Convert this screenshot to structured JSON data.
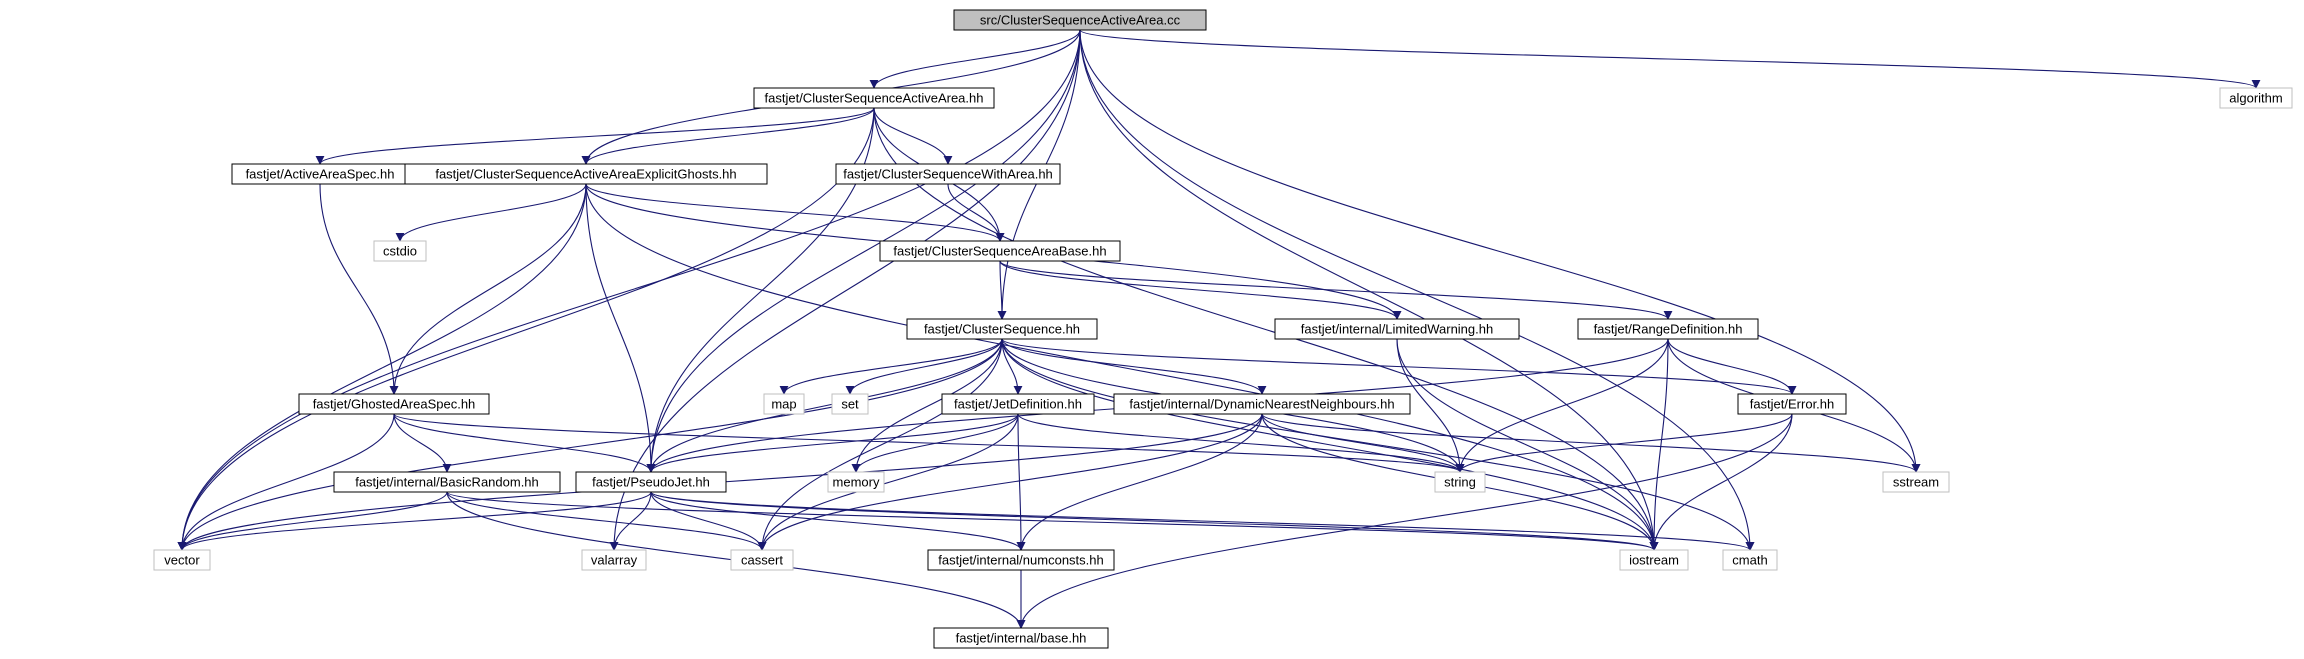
{
  "colors": {
    "edge": "#191970",
    "box_border_documented": "#000000",
    "box_border_external": "#bfbfbf",
    "root_fill": "#bfbfbf",
    "box_fill": "#ffffff",
    "text": "#000000"
  },
  "nodes": [
    {
      "id": "root",
      "label": "src/ClusterSequenceActiveArea.cc",
      "kind": "root"
    },
    {
      "id": "csaa",
      "label": "fastjet/ClusterSequenceActiveArea.hh",
      "kind": "documented"
    },
    {
      "id": "algorithm",
      "label": "algorithm",
      "kind": "external"
    },
    {
      "id": "aas",
      "label": "fastjet/ActiveAreaSpec.hh",
      "kind": "documented"
    },
    {
      "id": "csaaeg",
      "label": "fastjet/ClusterSequenceActiveAreaExplicitGhosts.hh",
      "kind": "documented"
    },
    {
      "id": "cswa",
      "label": "fastjet/ClusterSequenceWithArea.hh",
      "kind": "documented"
    },
    {
      "id": "cstdio",
      "label": "cstdio",
      "kind": "external"
    },
    {
      "id": "csab",
      "label": "fastjet/ClusterSequenceAreaBase.hh",
      "kind": "documented"
    },
    {
      "id": "cs",
      "label": "fastjet/ClusterSequence.hh",
      "kind": "documented"
    },
    {
      "id": "lw",
      "label": "fastjet/internal/LimitedWarning.hh",
      "kind": "documented"
    },
    {
      "id": "rd",
      "label": "fastjet/RangeDefinition.hh",
      "kind": "documented"
    },
    {
      "id": "gas",
      "label": "fastjet/GhostedAreaSpec.hh",
      "kind": "documented"
    },
    {
      "id": "map",
      "label": "map",
      "kind": "external"
    },
    {
      "id": "set",
      "label": "set",
      "kind": "external"
    },
    {
      "id": "jd",
      "label": "fastjet/JetDefinition.hh",
      "kind": "documented"
    },
    {
      "id": "dnn",
      "label": "fastjet/internal/DynamicNearestNeighbours.hh",
      "kind": "documented"
    },
    {
      "id": "err",
      "label": "fastjet/Error.hh",
      "kind": "documented"
    },
    {
      "id": "br",
      "label": "fastjet/internal/BasicRandom.hh",
      "kind": "documented"
    },
    {
      "id": "pj",
      "label": "fastjet/PseudoJet.hh",
      "kind": "documented"
    },
    {
      "id": "memory",
      "label": "memory",
      "kind": "external"
    },
    {
      "id": "string",
      "label": "string",
      "kind": "external"
    },
    {
      "id": "sstream",
      "label": "sstream",
      "kind": "external"
    },
    {
      "id": "vector",
      "label": "vector",
      "kind": "external"
    },
    {
      "id": "valarray",
      "label": "valarray",
      "kind": "external"
    },
    {
      "id": "cassert",
      "label": "cassert",
      "kind": "external"
    },
    {
      "id": "nc",
      "label": "fastjet/internal/numconsts.hh",
      "kind": "documented"
    },
    {
      "id": "iostream",
      "label": "iostream",
      "kind": "external"
    },
    {
      "id": "cmath",
      "label": "cmath",
      "kind": "external"
    },
    {
      "id": "base",
      "label": "fastjet/internal/base.hh",
      "kind": "documented"
    }
  ],
  "edges": [
    {
      "from": "root",
      "to": "csaa"
    },
    {
      "from": "root",
      "to": "algorithm"
    },
    {
      "from": "root",
      "to": "csaaeg"
    },
    {
      "from": "root",
      "to": "cs"
    },
    {
      "from": "root",
      "to": "pj"
    },
    {
      "from": "root",
      "to": "vector"
    },
    {
      "from": "root",
      "to": "valarray"
    },
    {
      "from": "root",
      "to": "sstream"
    },
    {
      "from": "root",
      "to": "iostream"
    },
    {
      "from": "root",
      "to": "cmath"
    },
    {
      "from": "csaa",
      "to": "aas"
    },
    {
      "from": "csaa",
      "to": "csaaeg"
    },
    {
      "from": "csaa",
      "to": "cswa"
    },
    {
      "from": "csaa",
      "to": "csab"
    },
    {
      "from": "csaa",
      "to": "pj"
    },
    {
      "from": "csaa",
      "to": "vector"
    },
    {
      "from": "csaa",
      "to": "iostream"
    },
    {
      "from": "aas",
      "to": "gas"
    },
    {
      "from": "csaaeg",
      "to": "cstdio"
    },
    {
      "from": "csaaeg",
      "to": "csab"
    },
    {
      "from": "csaaeg",
      "to": "lw"
    },
    {
      "from": "csaaeg",
      "to": "gas"
    },
    {
      "from": "csaaeg",
      "to": "pj"
    },
    {
      "from": "csaaeg",
      "to": "vector"
    },
    {
      "from": "csaaeg",
      "to": "iostream"
    },
    {
      "from": "cswa",
      "to": "csab"
    },
    {
      "from": "csab",
      "to": "cs"
    },
    {
      "from": "csab",
      "to": "lw"
    },
    {
      "from": "csab",
      "to": "rd"
    },
    {
      "from": "cs",
      "to": "map"
    },
    {
      "from": "cs",
      "to": "set"
    },
    {
      "from": "cs",
      "to": "jd"
    },
    {
      "from": "cs",
      "to": "dnn"
    },
    {
      "from": "cs",
      "to": "err"
    },
    {
      "from": "cs",
      "to": "pj"
    },
    {
      "from": "cs",
      "to": "memory"
    },
    {
      "from": "cs",
      "to": "string"
    },
    {
      "from": "cs",
      "to": "vector"
    },
    {
      "from": "cs",
      "to": "cassert"
    },
    {
      "from": "cs",
      "to": "iostream"
    },
    {
      "from": "cs",
      "to": "cmath"
    },
    {
      "from": "lw",
      "to": "string"
    },
    {
      "from": "lw",
      "to": "iostream"
    },
    {
      "from": "rd",
      "to": "err"
    },
    {
      "from": "rd",
      "to": "pj"
    },
    {
      "from": "rd",
      "to": "string"
    },
    {
      "from": "rd",
      "to": "sstream"
    },
    {
      "from": "rd",
      "to": "iostream"
    },
    {
      "from": "gas",
      "to": "br"
    },
    {
      "from": "gas",
      "to": "pj"
    },
    {
      "from": "gas",
      "to": "string"
    },
    {
      "from": "gas",
      "to": "vector"
    },
    {
      "from": "jd",
      "to": "pj"
    },
    {
      "from": "jd",
      "to": "memory"
    },
    {
      "from": "jd",
      "to": "string"
    },
    {
      "from": "jd",
      "to": "cassert"
    },
    {
      "from": "jd",
      "to": "nc"
    },
    {
      "from": "dnn",
      "to": "vector"
    },
    {
      "from": "dnn",
      "to": "string"
    },
    {
      "from": "dnn",
      "to": "sstream"
    },
    {
      "from": "dnn",
      "to": "cassert"
    },
    {
      "from": "dnn",
      "to": "nc"
    },
    {
      "from": "dnn",
      "to": "iostream"
    },
    {
      "from": "err",
      "to": "string"
    },
    {
      "from": "err",
      "to": "iostream"
    },
    {
      "from": "err",
      "to": "base"
    },
    {
      "from": "br",
      "to": "vector"
    },
    {
      "from": "br",
      "to": "cassert"
    },
    {
      "from": "br",
      "to": "iostream"
    },
    {
      "from": "br",
      "to": "base"
    },
    {
      "from": "pj",
      "to": "valarray"
    },
    {
      "from": "pj",
      "to": "vector"
    },
    {
      "from": "pj",
      "to": "cassert"
    },
    {
      "from": "pj",
      "to": "nc"
    },
    {
      "from": "pj",
      "to": "iostream"
    },
    {
      "from": "pj",
      "to": "cmath"
    },
    {
      "from": "nc",
      "to": "base"
    }
  ]
}
